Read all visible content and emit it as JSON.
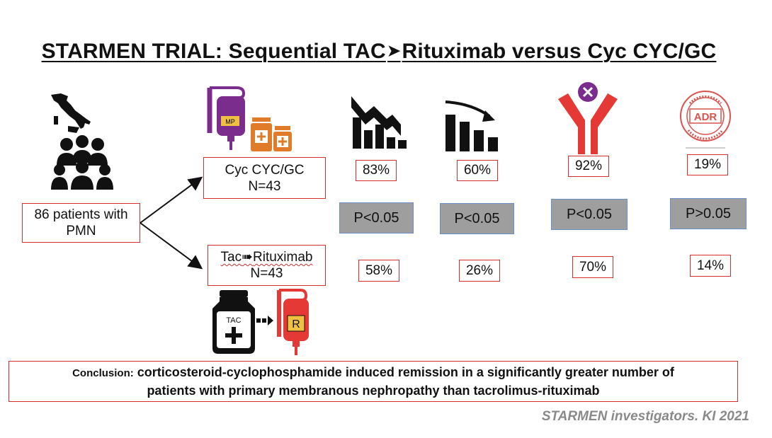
{
  "title": {
    "part1": "STARMEN TRIAL: Sequential TAC",
    "arrow": "➤",
    "part2": "Rituximab versus Cyc CYC/GC"
  },
  "cohort": {
    "line1": "86 patients with",
    "line2": "PMN"
  },
  "arms": [
    {
      "name": "Cyc CYC/GC",
      "n": "N=43"
    },
    {
      "name_left": "Tac",
      "arrow": "➠",
      "name_right": "Rituximab",
      "n": "N=43"
    }
  ],
  "outcomes": [
    {
      "icon": "declining-chart-icon",
      "cyc": "83%",
      "p": "P<0.05",
      "tac": "58%"
    },
    {
      "icon": "decreasing-bars-icon",
      "cyc": "60%",
      "p": "P<0.05",
      "tac": "26%"
    },
    {
      "icon": "antibody-icon",
      "cyc": "92%",
      "p": "P<0.05",
      "tac": "70%"
    },
    {
      "icon": "adr-stamp-icon",
      "cyc": "19%",
      "p": "P>0.05",
      "tac": "14%"
    }
  ],
  "icons": {
    "iv_bag_cyc_label": "MP",
    "tac_bottle_label": "TAC",
    "iv_bag_tac_label": "R",
    "adr_text": "ADR"
  },
  "conclusion": {
    "lead": "Conclusion:",
    "line1": "corticosteroid-cyclophosphamide induced remission in a significantly greater number of",
    "line2": "patients with primary membranous nephropathy than tacrolimus-rituximab"
  },
  "citation": "STARMEN investigators. KI 2021",
  "colors": {
    "red": "#e53935",
    "purple": "#7b2d8e",
    "orange": "#e07b2a",
    "grey_box": "#9e9e9e",
    "blue_border": "#6b8fc6"
  }
}
